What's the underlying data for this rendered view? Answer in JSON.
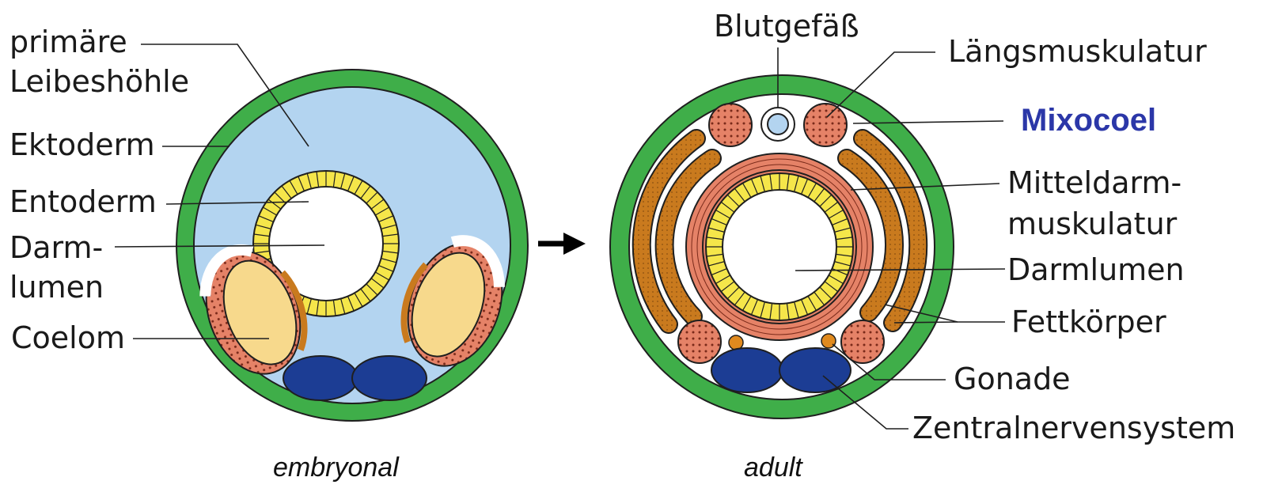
{
  "labels_left": {
    "primaere_1": "primäre",
    "primaere_2": "Leibeshöhle",
    "ektoderm": "Ektoderm",
    "entoderm": "Entoderm",
    "darm_1": "Darm-",
    "darm_2": "lumen",
    "coelom": "Coelom"
  },
  "labels_right": {
    "blutgefaess": "Blutgefäß",
    "laengsmuskulatur": "Längsmuskulatur",
    "mixocoel": "Mixocoel",
    "mitteldarm_1": "Mitteldarm-",
    "mitteldarm_2": "muskulatur",
    "darmlumen": "Darmlumen",
    "fettkoerper": "Fettkörper",
    "gonade": "Gonade",
    "zns": "Zentralnervensystem"
  },
  "captions": {
    "embryonal": "embryonal",
    "adult": "adult"
  },
  "colors": {
    "ectoderm_green": "#3fae49",
    "body_cavity_blue": "#b3d4f0",
    "gut_yellow": "#f5e64a",
    "muscle_red": "#e07a5f",
    "fat_orange": "#c97a1e",
    "coelom_cream": "#f7d98c",
    "nerve_blue": "#1c3d94",
    "highlight_blue": "#2b37a8"
  }
}
